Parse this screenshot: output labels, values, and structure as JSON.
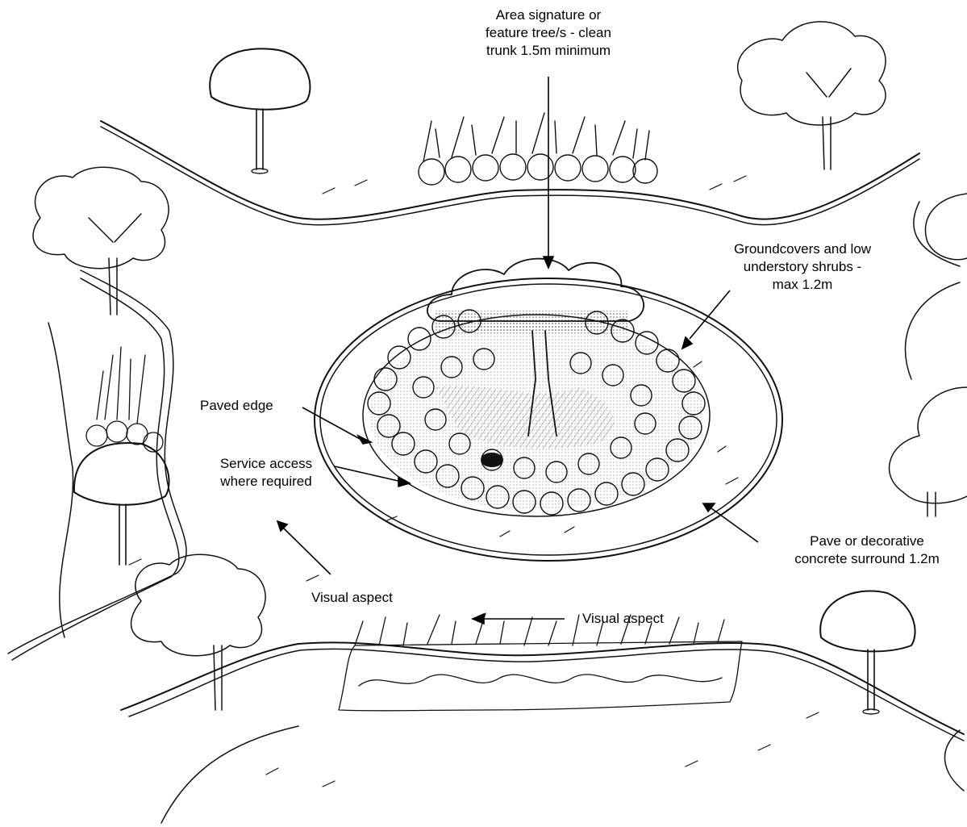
{
  "labels": {
    "feature_tree": [
      "Area signature or",
      "feature tree/s - clean",
      "trunk 1.5m minimum"
    ],
    "groundcovers": [
      "Groundcovers and low",
      "understory shrubs -",
      "max 1.2m"
    ],
    "paved_edge": "Paved edge",
    "service_access": [
      "Service access",
      "where required"
    ],
    "pave_surround": [
      "Pave or decorative",
      "concrete surround 1.2m"
    ],
    "visual_aspect_left": "Visual aspect",
    "visual_aspect_center": "Visual aspect"
  }
}
